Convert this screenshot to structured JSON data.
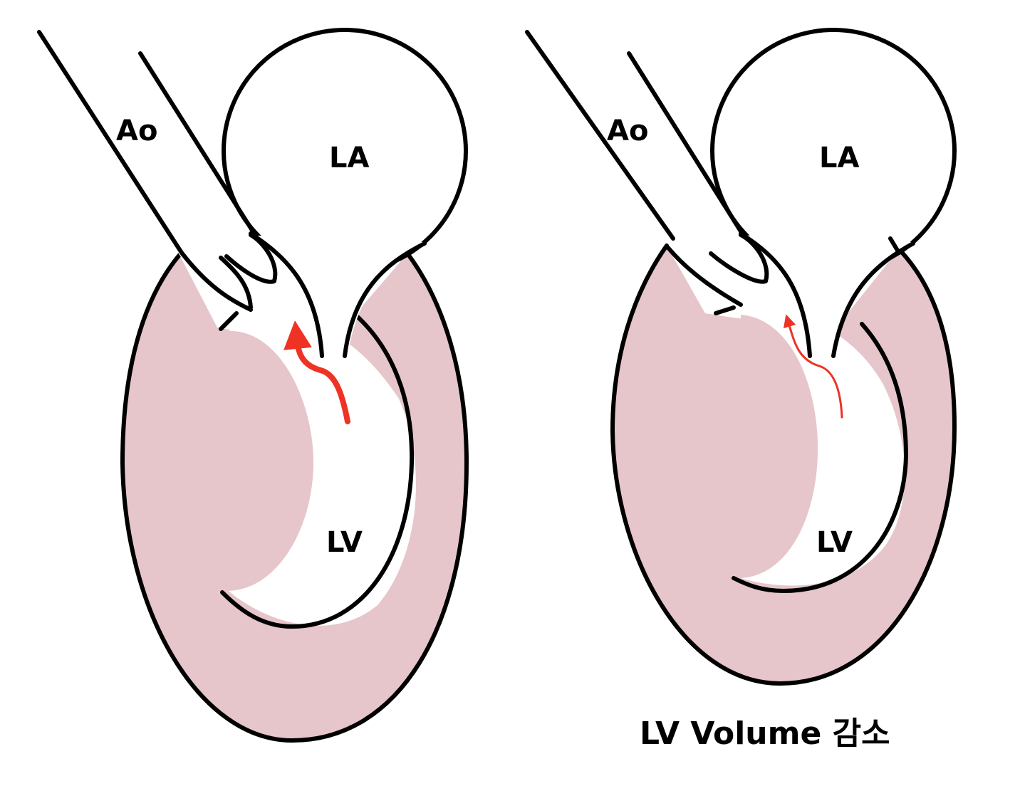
{
  "panels": [
    {
      "ao_label": "Ao",
      "la_label": "LA",
      "lv_label": "LV"
    },
    {
      "ao_label": "Ao",
      "la_label": "LA",
      "lv_label": "LV"
    }
  ],
  "caption": "LV Volume 감소",
  "colors": {
    "myocardium": "#e6c6cb",
    "outline": "#000000",
    "flow_arrow": "#ee3224",
    "background": "#ffffff"
  }
}
